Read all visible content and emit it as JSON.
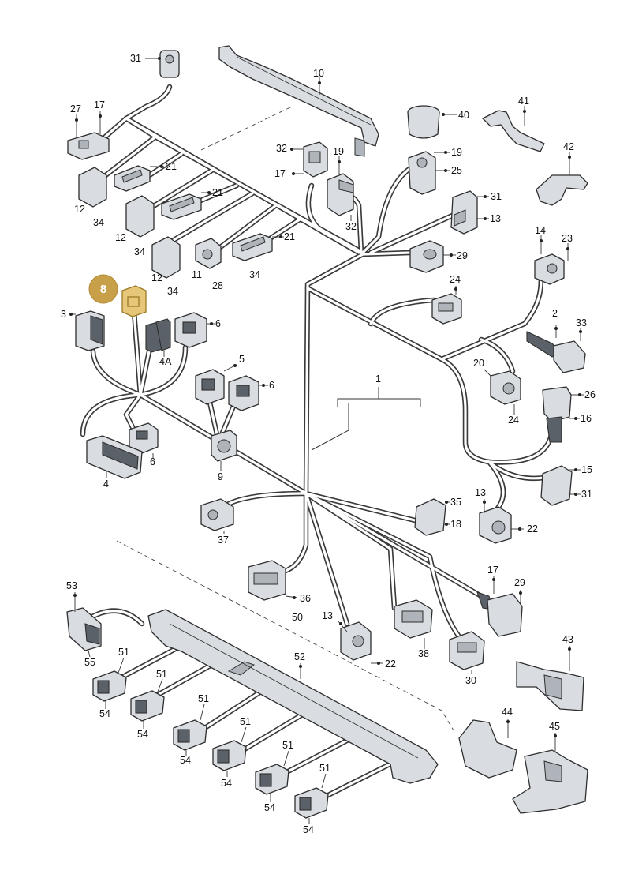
{
  "diagram": {
    "selected_part": "8",
    "highlight_color": "#c9a04a",
    "callouts": [
      {
        "id": "c31a",
        "text": "31"
      },
      {
        "id": "c10",
        "text": "10"
      },
      {
        "id": "c27",
        "text": "27"
      },
      {
        "id": "c17a",
        "text": "17"
      },
      {
        "id": "c40",
        "text": "40"
      },
      {
        "id": "c41",
        "text": "41"
      },
      {
        "id": "c21a",
        "text": "21"
      },
      {
        "id": "c32a",
        "text": "32"
      },
      {
        "id": "c19a",
        "text": "19"
      },
      {
        "id": "c19b",
        "text": "19"
      },
      {
        "id": "c42",
        "text": "42"
      },
      {
        "id": "c17b",
        "text": "17"
      },
      {
        "id": "c25",
        "text": "25"
      },
      {
        "id": "c21b",
        "text": "21"
      },
      {
        "id": "c12a",
        "text": "12"
      },
      {
        "id": "c34a",
        "text": "34"
      },
      {
        "id": "c31b",
        "text": "31"
      },
      {
        "id": "c32b",
        "text": "32"
      },
      {
        "id": "c13a",
        "text": "13"
      },
      {
        "id": "c12b",
        "text": "12"
      },
      {
        "id": "c21c",
        "text": "21"
      },
      {
        "id": "c34b",
        "text": "34"
      },
      {
        "id": "c29a",
        "text": "29"
      },
      {
        "id": "c14",
        "text": "14"
      },
      {
        "id": "c23",
        "text": "23"
      },
      {
        "id": "c12c",
        "text": "12"
      },
      {
        "id": "c11",
        "text": "11"
      },
      {
        "id": "c34c",
        "text": "34"
      },
      {
        "id": "c28",
        "text": "28"
      },
      {
        "id": "c34d",
        "text": "34"
      },
      {
        "id": "c24a",
        "text": "24"
      },
      {
        "id": "c3",
        "text": "3"
      },
      {
        "id": "c6a",
        "text": "6"
      },
      {
        "id": "c2",
        "text": "2"
      },
      {
        "id": "c33",
        "text": "33"
      },
      {
        "id": "c4a",
        "text": "4A"
      },
      {
        "id": "c5",
        "text": "5"
      },
      {
        "id": "c20",
        "text": "20"
      },
      {
        "id": "c1",
        "text": "1"
      },
      {
        "id": "c6b",
        "text": "6"
      },
      {
        "id": "c26",
        "text": "26"
      },
      {
        "id": "c16",
        "text": "16"
      },
      {
        "id": "c24b",
        "text": "24"
      },
      {
        "id": "c6c",
        "text": "6"
      },
      {
        "id": "c9",
        "text": "9"
      },
      {
        "id": "c4",
        "text": "4"
      },
      {
        "id": "c15",
        "text": "15"
      },
      {
        "id": "c31c",
        "text": "31"
      },
      {
        "id": "c13b",
        "text": "13"
      },
      {
        "id": "c35",
        "text": "35"
      },
      {
        "id": "c18",
        "text": "18"
      },
      {
        "id": "c22a",
        "text": "22"
      },
      {
        "id": "c37",
        "text": "37"
      },
      {
        "id": "c53",
        "text": "53"
      },
      {
        "id": "c17c",
        "text": "17"
      },
      {
        "id": "c29b",
        "text": "29"
      },
      {
        "id": "c36",
        "text": "36"
      },
      {
        "id": "c50",
        "text": "50"
      },
      {
        "id": "c13c",
        "text": "13"
      },
      {
        "id": "c55",
        "text": "55"
      },
      {
        "id": "c43",
        "text": "43"
      },
      {
        "id": "c51a",
        "text": "51"
      },
      {
        "id": "c52",
        "text": "52"
      },
      {
        "id": "c22b",
        "text": "22"
      },
      {
        "id": "c38",
        "text": "38"
      },
      {
        "id": "c51b",
        "text": "51"
      },
      {
        "id": "c30",
        "text": "30"
      },
      {
        "id": "c54a",
        "text": "54"
      },
      {
        "id": "c51c",
        "text": "51"
      },
      {
        "id": "c54b",
        "text": "54"
      },
      {
        "id": "c44",
        "text": "44"
      },
      {
        "id": "c45",
        "text": "45"
      },
      {
        "id": "c51d",
        "text": "51"
      },
      {
        "id": "c54c",
        "text": "54"
      },
      {
        "id": "c51e",
        "text": "51"
      },
      {
        "id": "c54d",
        "text": "54"
      },
      {
        "id": "c51f",
        "text": "51"
      },
      {
        "id": "c54e",
        "text": "54"
      },
      {
        "id": "c54f",
        "text": "54"
      }
    ]
  }
}
